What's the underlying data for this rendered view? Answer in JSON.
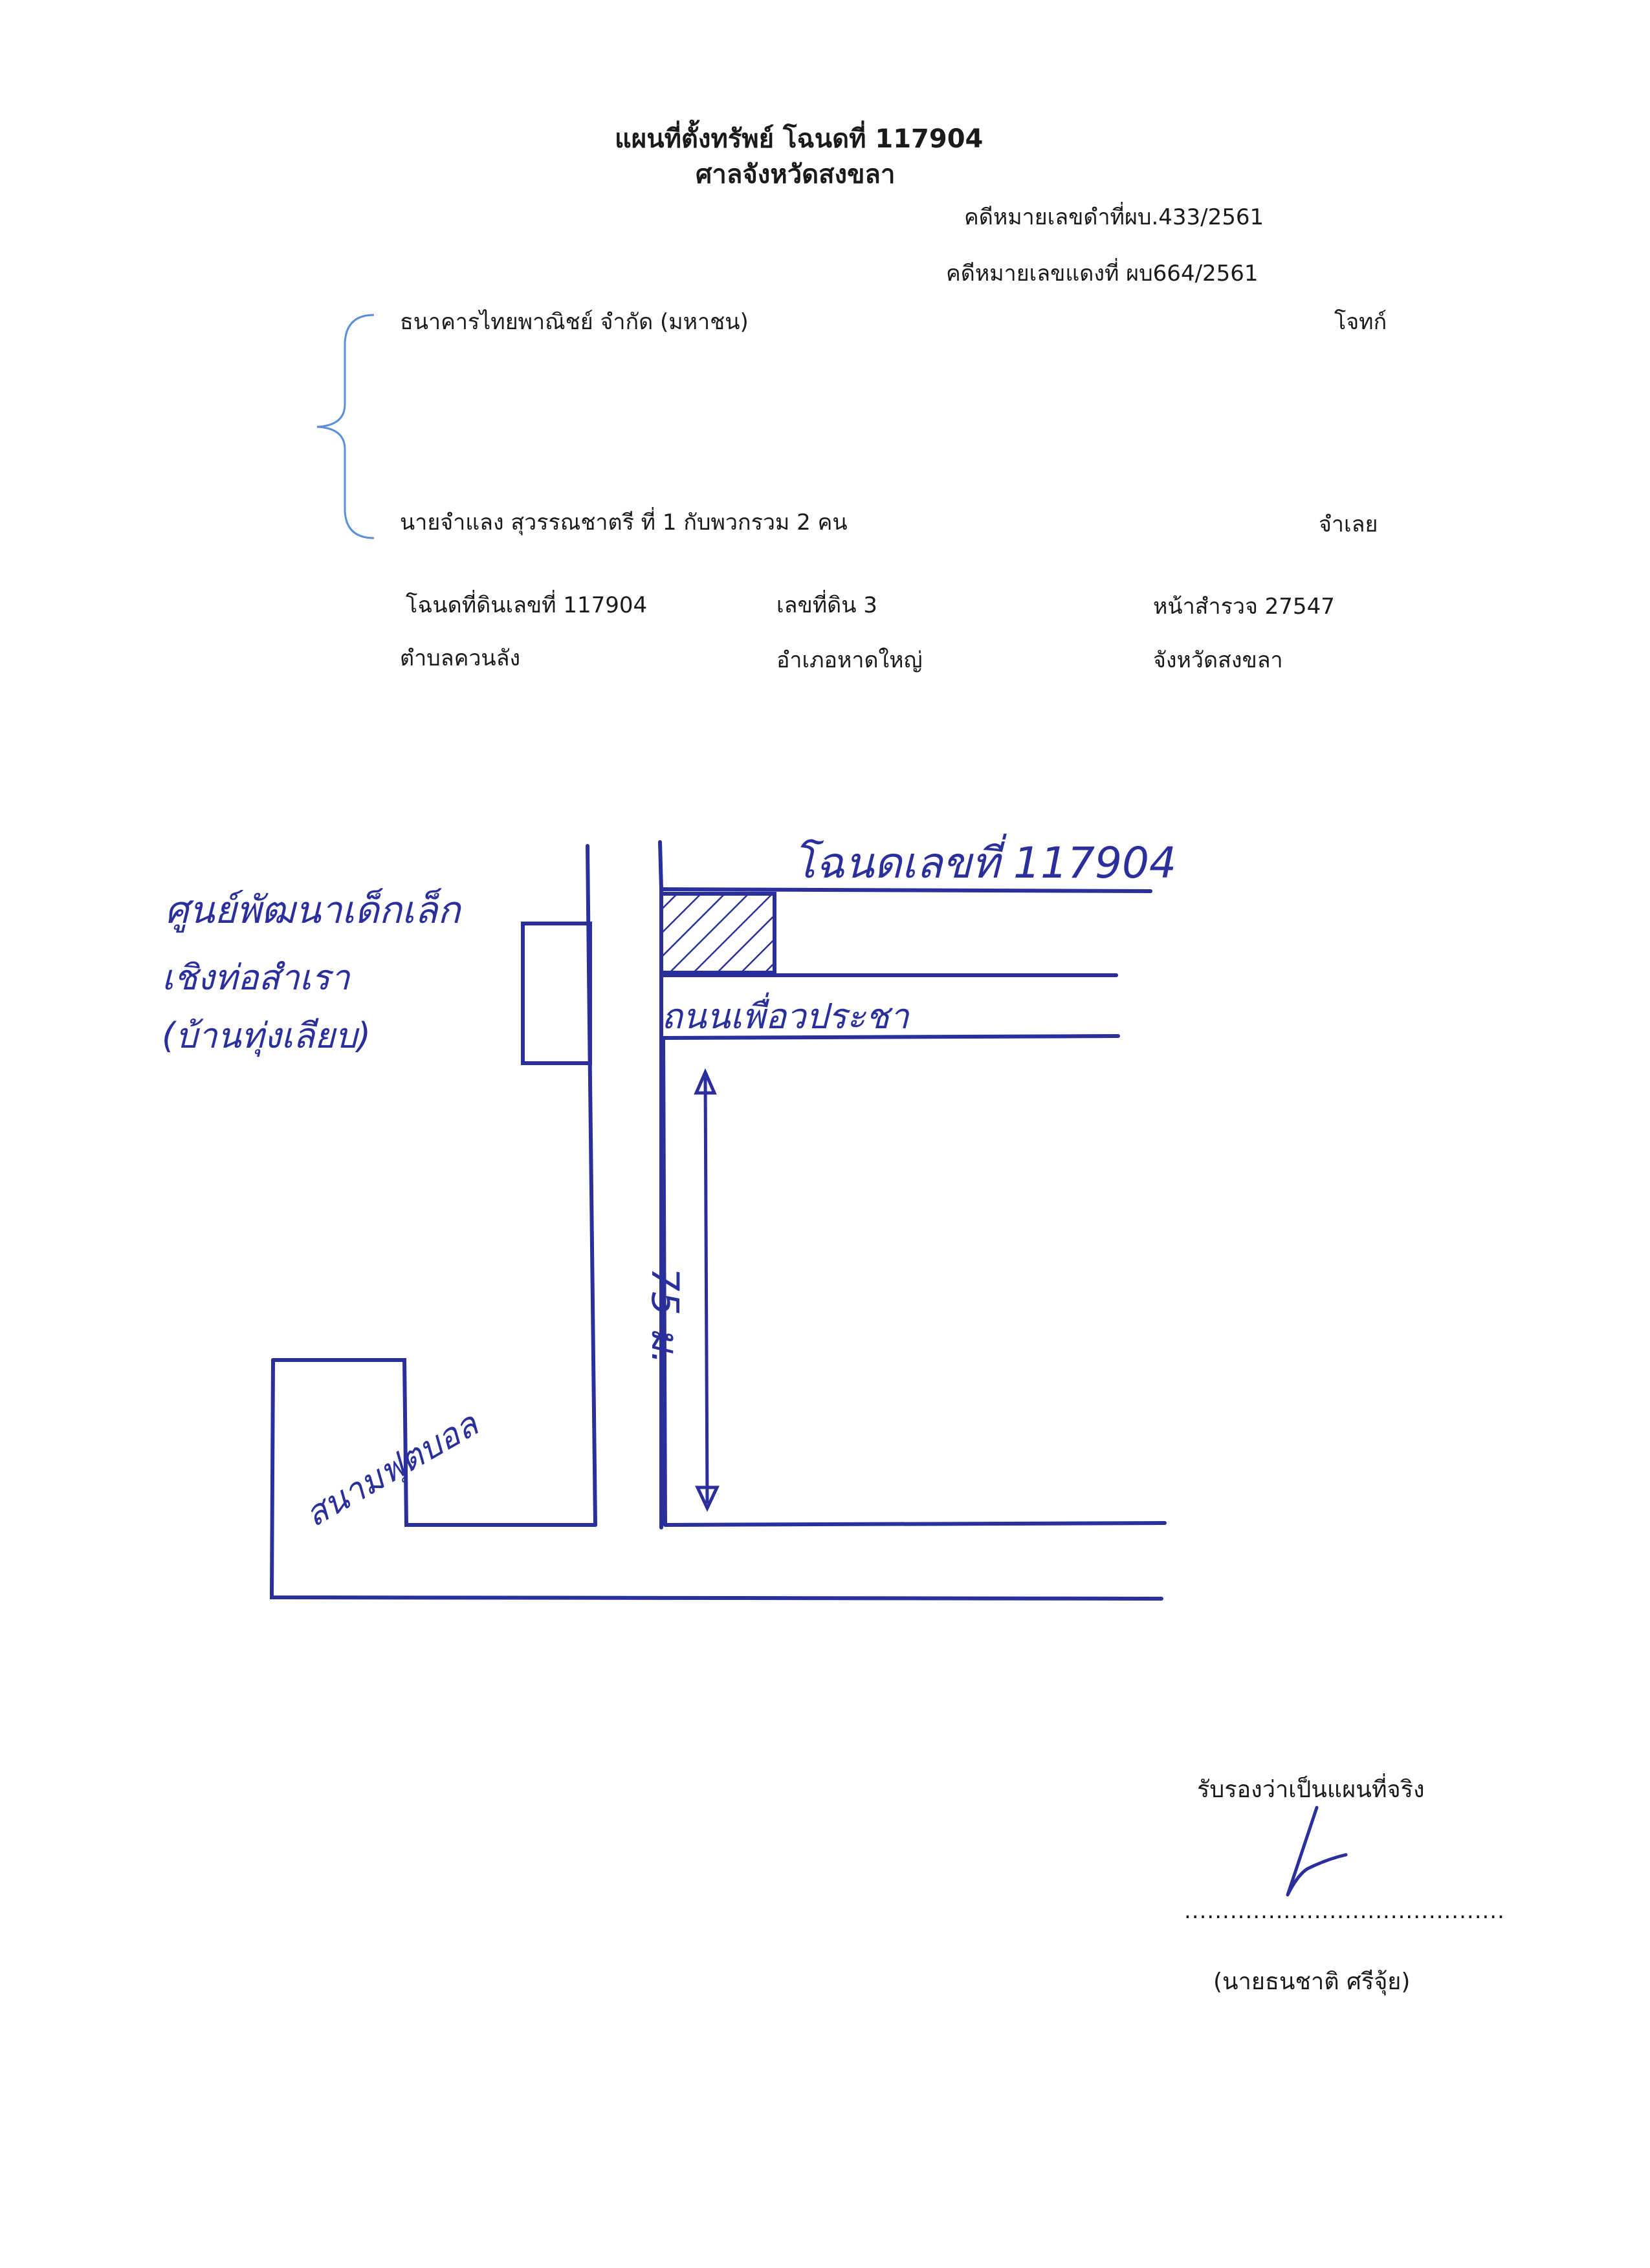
{
  "header": {
    "title_line1": "แผนที่ตั้งทรัพย์ โฉนดที่ 117904",
    "title_line2": "ศาลจังหวัดสงขลา",
    "black_case": "คดีหมายเลขดำที่ผบ.433/2561",
    "red_case": "คดีหมายเลขแดงที่ ผบ664/2561"
  },
  "parties": {
    "plaintiff_name": "ธนาคารไทยพาณิชย์ จำกัด (มหาชน)",
    "plaintiff_role": "โจทก์",
    "defendant_name": "นายจำแลง สุวรรณชาตรี ที่ 1 กับพวกรวม 2 คน",
    "defendant_role": "จำเลย"
  },
  "property": {
    "deed_no": "โฉนดที่ดินเลขที่ 117904",
    "land_no": "เลขที่ดิน 3",
    "survey_page": "หน้าสำรวจ 27547",
    "subdistrict": "ตำบลควนลัง",
    "district": "อำเภอหาดใหญ่",
    "province": "จังหวัดสงขลา"
  },
  "map": {
    "deed_label": "โฉนดเลขที่ 117904",
    "road_label": "ถนนเพื่อวประชา",
    "landmark_line1": "ศูนย์พัฒนาเด็กเล็ก",
    "landmark_line2": "เชิงท่อสำเรา",
    "landmark_line3": "(บ้านทุ่งเลียบ)",
    "distance_label": "75 ม.",
    "field_label": "สนามฟุตบอล",
    "ink_color": "#2a2f9c"
  },
  "certification": {
    "statement": "รับรองว่าเป็นแผนที่จริง",
    "dotted_line": "..........................................",
    "signer": "(นายธนชาติ ศรีจุ้ย)"
  }
}
